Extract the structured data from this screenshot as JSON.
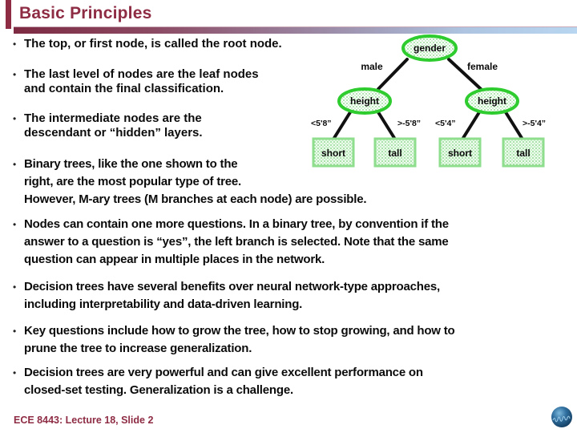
{
  "slide": {
    "title": "Basic Principles",
    "footer": "ECE 8443: Lecture 18, Slide 2",
    "bullet_char": "•"
  },
  "colors": {
    "accent_maroon": "#8e2c44",
    "rule_gradient_left": "#7d2a42",
    "rule_gradient_right": "#b8d6f0",
    "tree_ellipse_green": "#2fcc2f",
    "tree_leaf_green": "#8ede8e",
    "body_text": "#0b0b0b",
    "logo_blue": "#1c4f78"
  },
  "bullets": [
    {
      "text": "The top, or first node, is called the root node."
    },
    {
      "text": "The last level of nodes are the leaf nodes\nand contain the final classification."
    },
    {
      "text": "The intermediate nodes are the\ndescendant or “hidden” layers."
    },
    {
      "text": "Binary trees, like the one shown to the\nright, are the most popular type of tree.\nHowever, M-ary trees (M branches at each node) are possible."
    },
    {
      "text": "Nodes can contain one more questions. In a binary tree, by convention if the\nanswer to a question is “yes”, the left branch is selected. Note that the same\nquestion can appear in multiple places in the network."
    },
    {
      "text": "Decision trees have several benefits over neural network-type approaches,\nincluding interpretability and data-driven learning."
    },
    {
      "text": "Key questions include how to grow the tree, how to stop growing, and how to\nprune the tree to increase generalization."
    },
    {
      "text": "Decision trees are very powerful and can give excellent performance on\nclosed-set testing. Generalization is a challenge."
    }
  ],
  "tree": {
    "root": "gender",
    "branch_left": "male",
    "branch_right": "female",
    "node_left": "height",
    "node_right": "height",
    "edge_labels": [
      "<5'8”",
      ">-5'8”",
      "<5'4”",
      ">-5'4”"
    ],
    "leaves": [
      "short",
      "tall",
      "short",
      "tall"
    ]
  }
}
